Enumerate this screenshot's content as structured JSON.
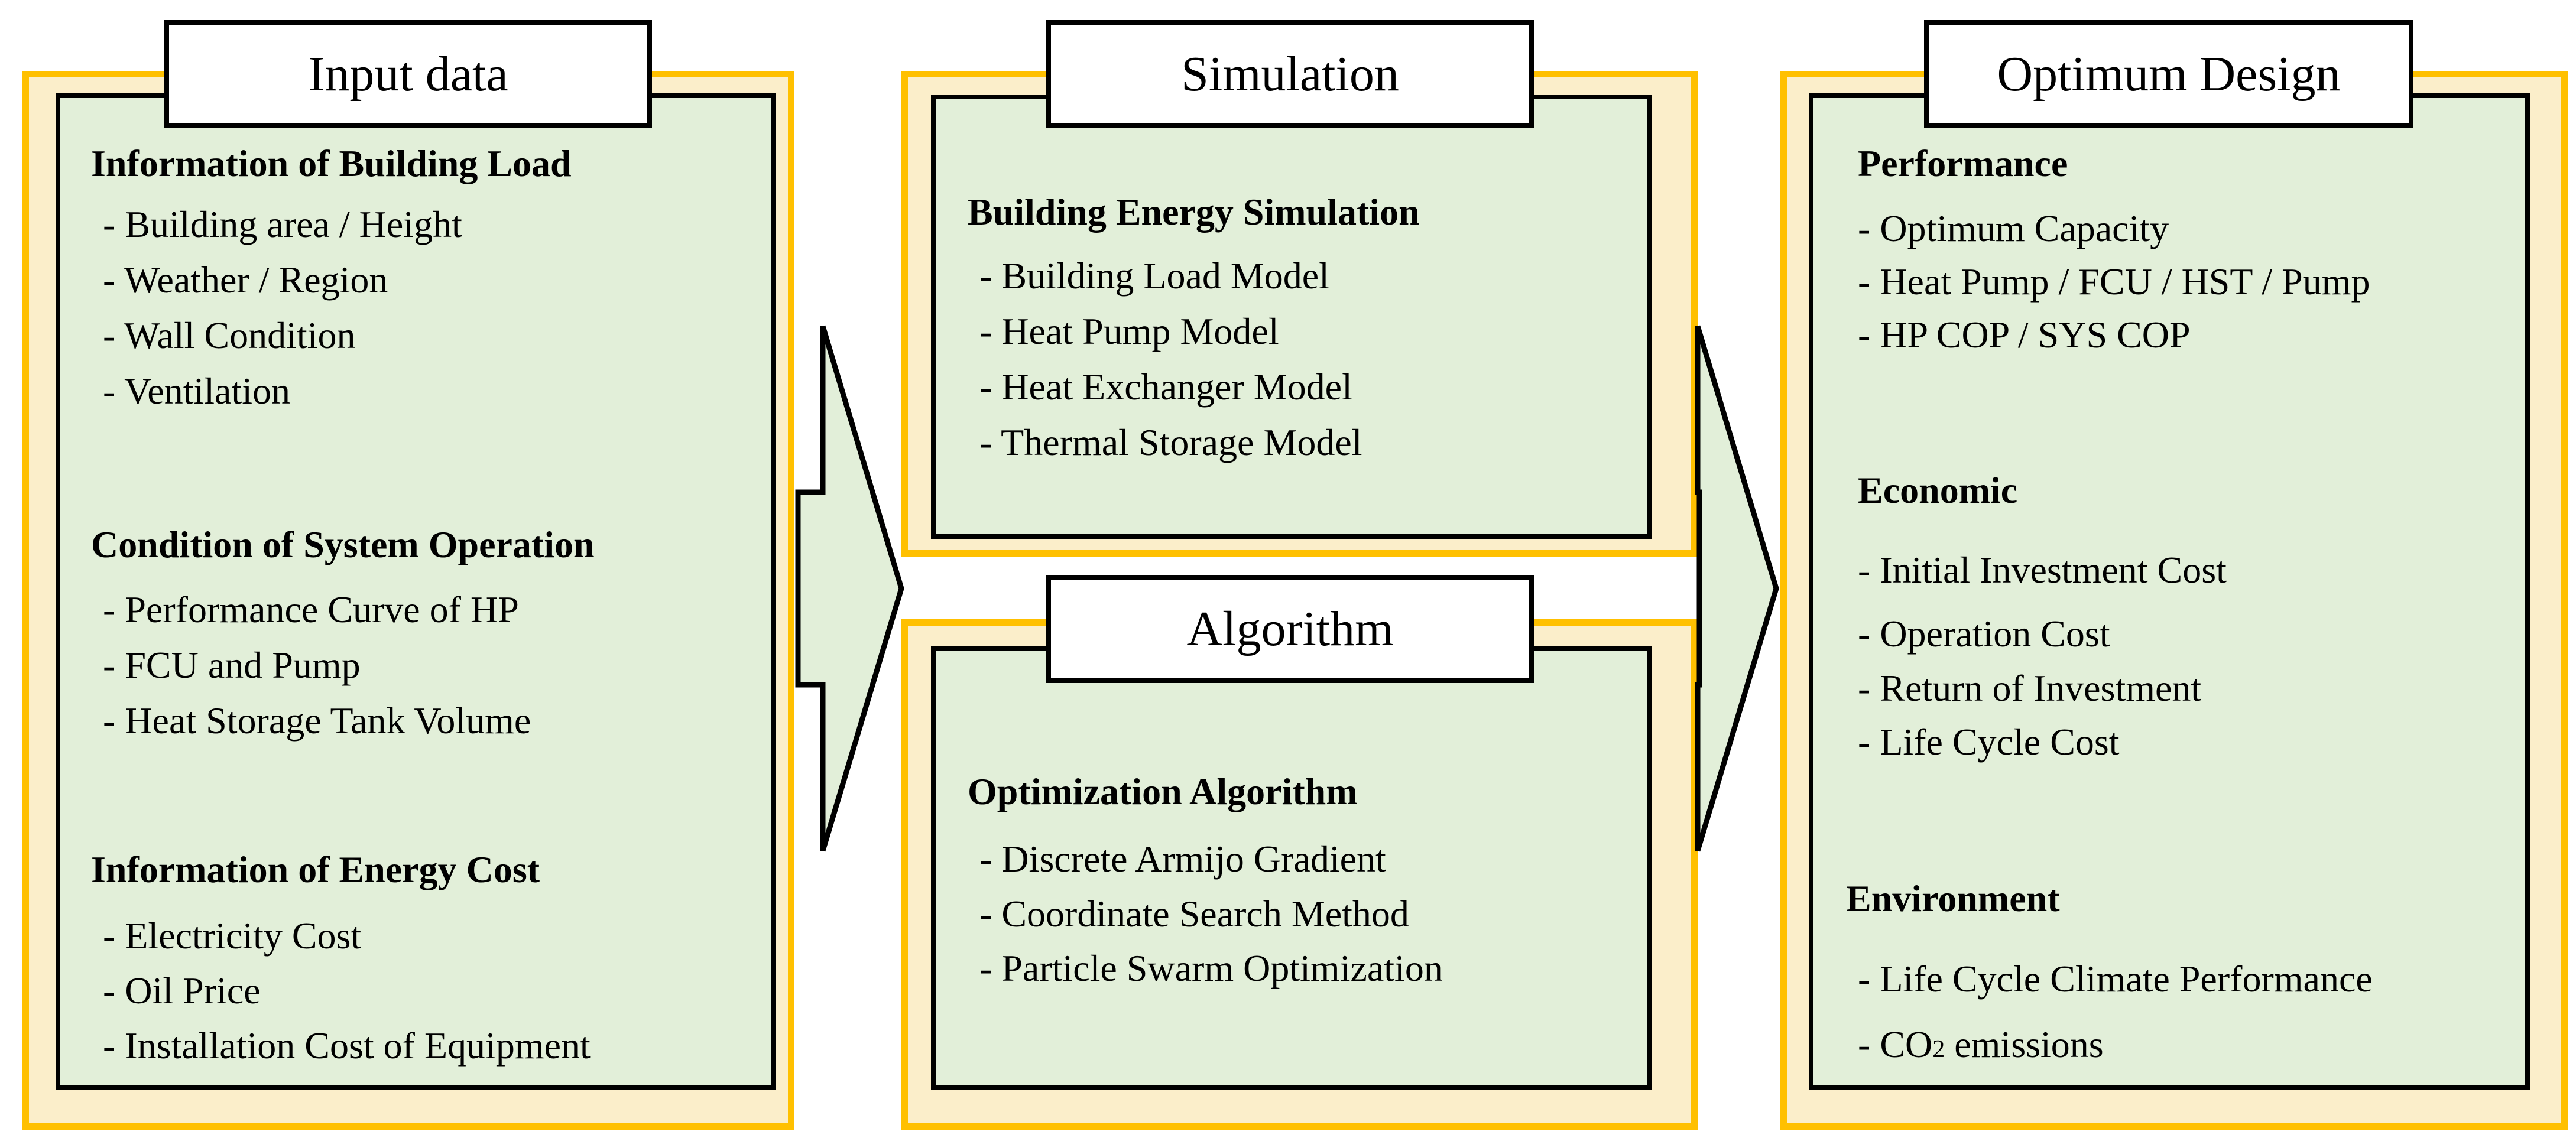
{
  "colors": {
    "frame": "#ffc000",
    "frame_fill": "#fbeeca",
    "panel_fill": "#e2efd9",
    "stroke": "#000000",
    "tab_fill": "#ffffff"
  },
  "input": {
    "title": "Input data",
    "sections": [
      {
        "heading": "Information of Building Load",
        "items": [
          "- Building area / Height",
          "- Weather / Region",
          "- Wall Condition",
          "- Ventilation"
        ]
      },
      {
        "heading": "Condition of System Operation",
        "items": [
          "- Performance Curve of HP",
          "- FCU and Pump",
          "- Heat Storage Tank Volume"
        ]
      },
      {
        "heading": "Information of Energy Cost",
        "items": [
          "- Electricity Cost",
          "- Oil Price",
          "- Installation Cost of Equipment"
        ]
      }
    ]
  },
  "simulation": {
    "title": "Simulation",
    "heading": "Building Energy Simulation",
    "items": [
      "- Building Load Model",
      "- Heat Pump Model",
      "- Heat Exchanger Model",
      "- Thermal Storage Model"
    ]
  },
  "algorithm": {
    "title": "Algorithm",
    "heading": "Optimization Algorithm",
    "items": [
      "- Discrete Armijo Gradient",
      "- Coordinate Search Method",
      "- Particle Swarm Optimization"
    ]
  },
  "optimum": {
    "title": "Optimum Design",
    "sections": [
      {
        "heading": "Performance",
        "items": [
          "- Optimum Capacity",
          "- Heat Pump / FCU / HST / Pump",
          "- HP COP / SYS COP"
        ]
      },
      {
        "heading": "Economic",
        "items": [
          "- Initial Investment Cost",
          "- Operation Cost",
          "- Return of Investment",
          "- Life Cycle Cost"
        ]
      },
      {
        "heading": "Environment",
        "items": [
          "- Life Cycle Climate Performance"
        ]
      }
    ],
    "co2": {
      "prefix": "- CO",
      "subscript": "2",
      "suffix": " emissions"
    }
  }
}
